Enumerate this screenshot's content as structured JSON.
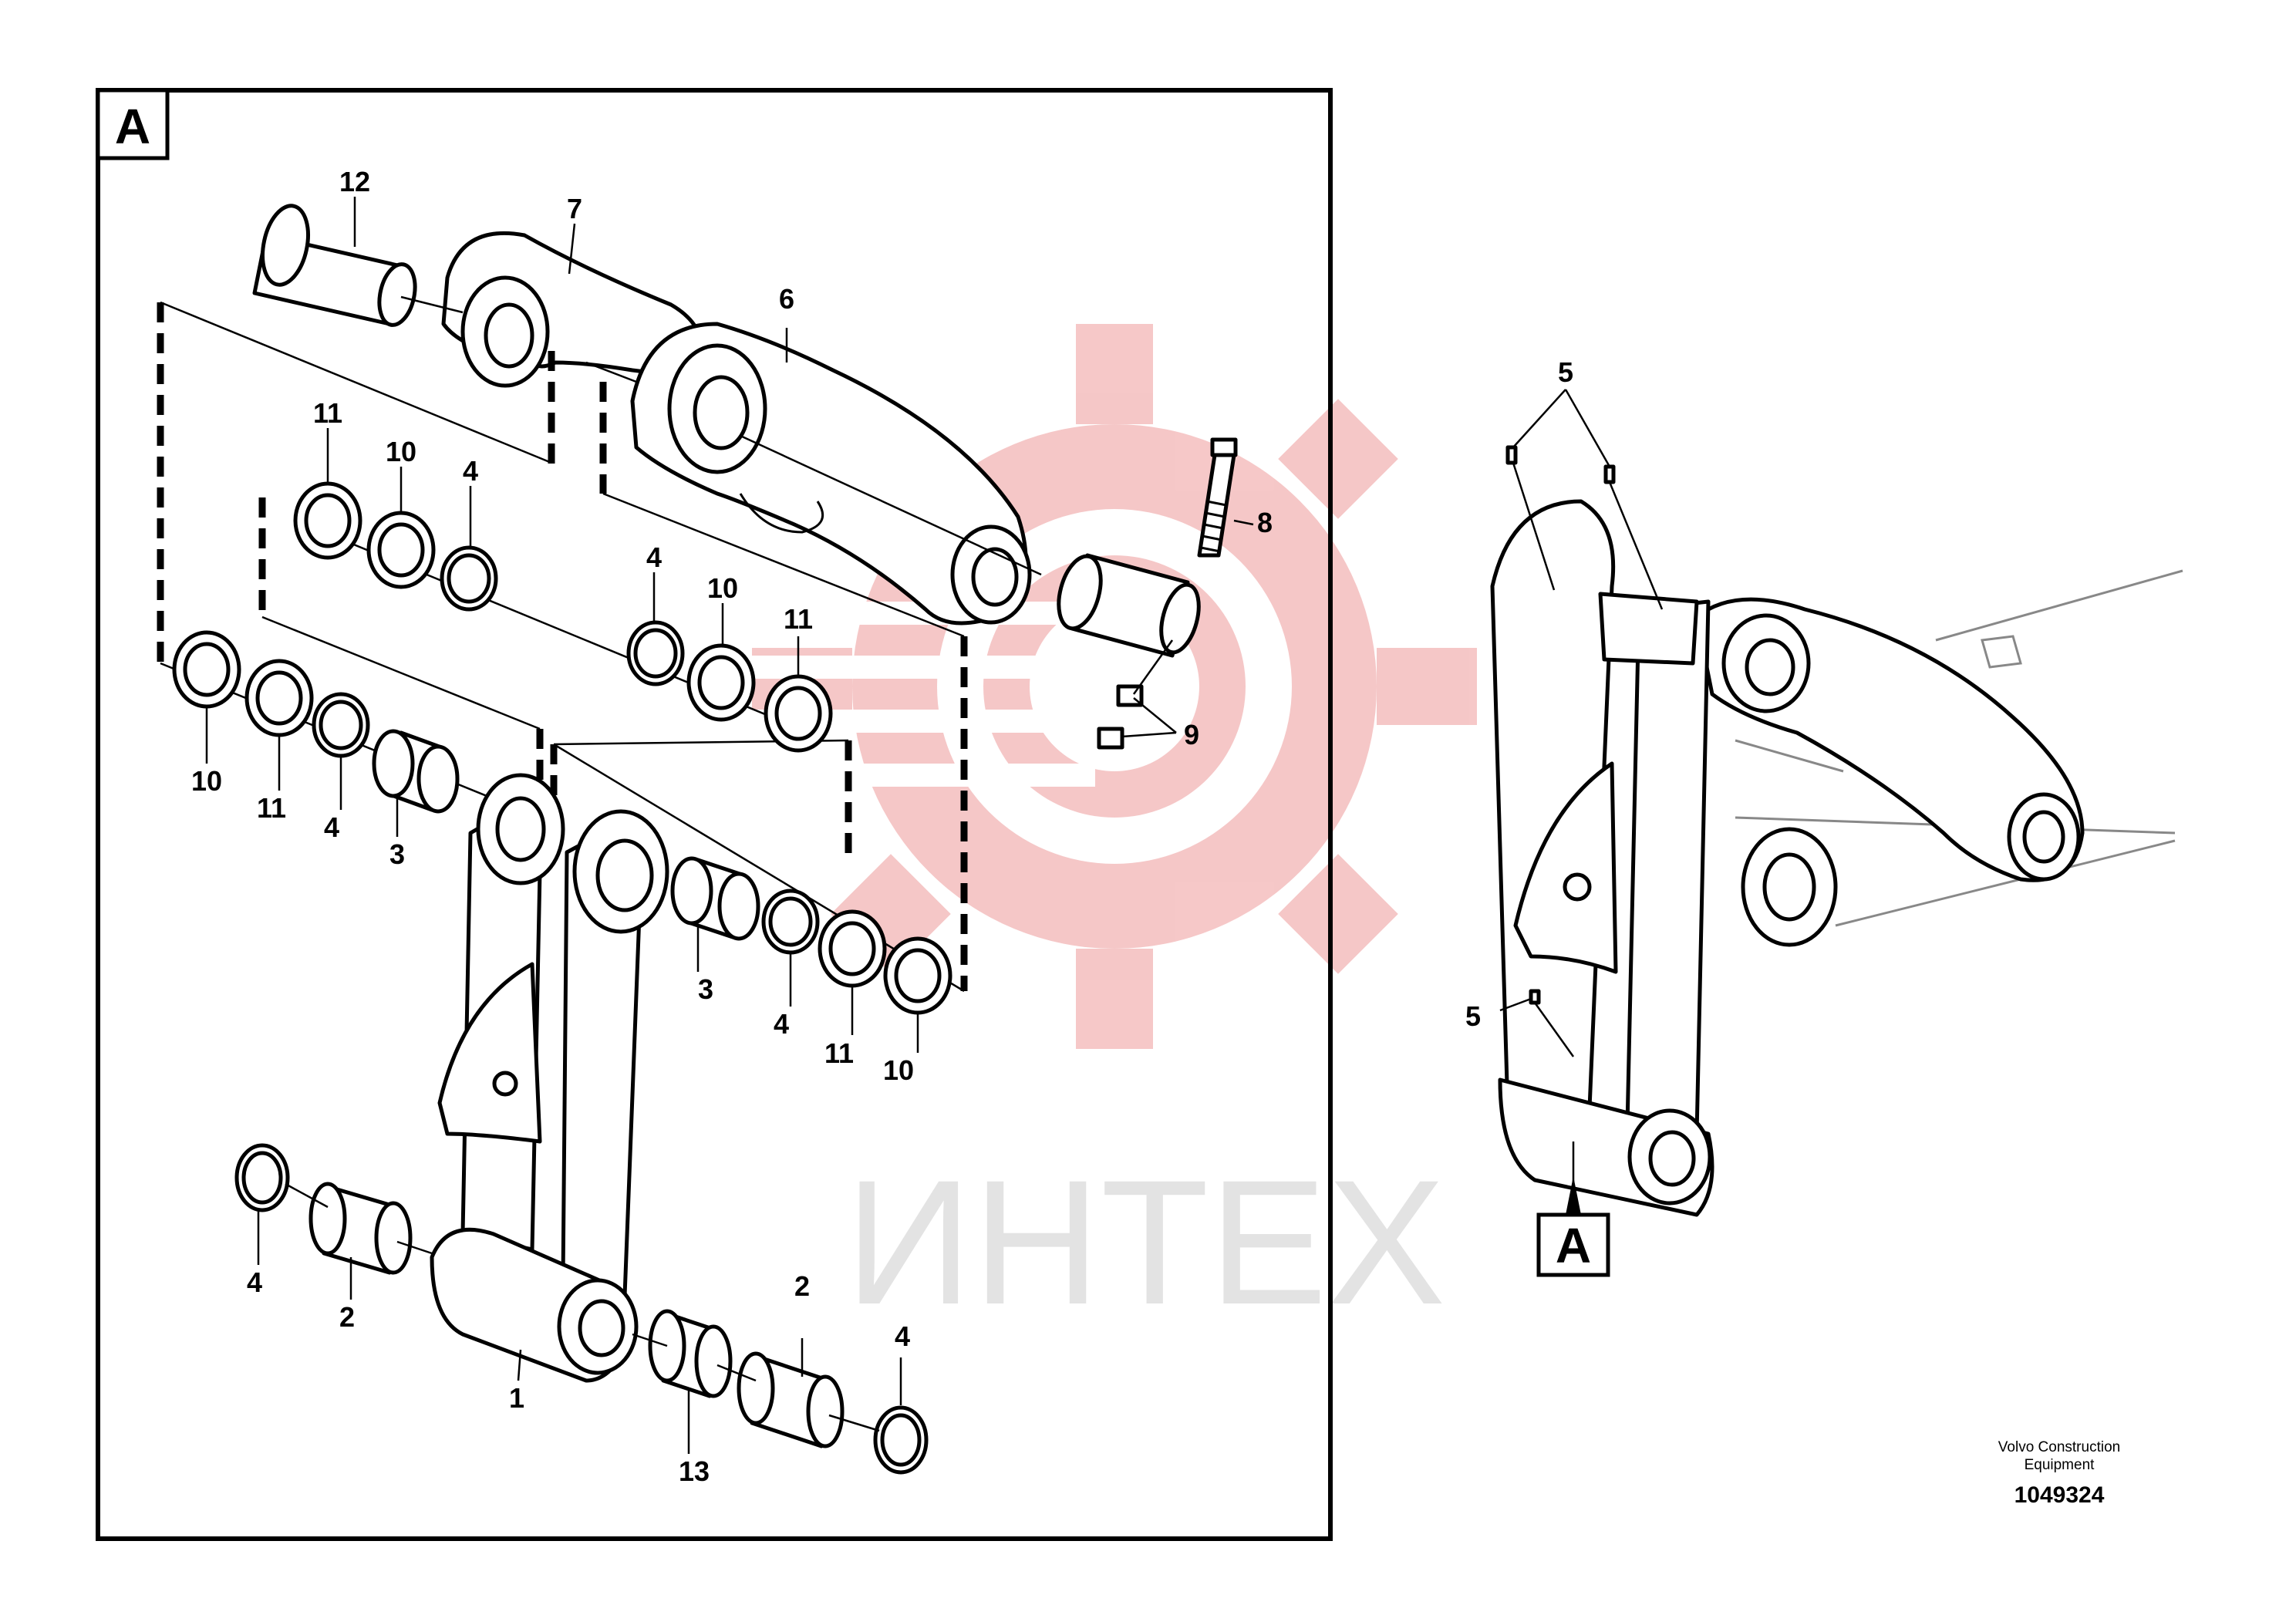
{
  "detail_label": "A",
  "detail_reference_label": "A",
  "watermark": {
    "text": "ИНТЕХ",
    "color": "#f2c6c6"
  },
  "callouts": {
    "c12": "12",
    "c7": "7",
    "c6": "6",
    "c11a": "11",
    "c10a": "10",
    "c4a": "4",
    "c8": "8",
    "c4b": "4",
    "c10b": "10",
    "c11b": "11",
    "c9": "9",
    "c10c": "10",
    "c11c": "11",
    "c4c": "4",
    "c3a": "3",
    "c3b": "3",
    "c4d": "4",
    "c11d": "11",
    "c10d": "10",
    "c4e": "4",
    "c2a": "2",
    "c1": "1",
    "c13": "13",
    "c2b": "2",
    "c4f": "4",
    "c5a": "5",
    "c5b": "5"
  },
  "footer": {
    "brand_line1": "Volvo Construction",
    "brand_line2": "Equipment",
    "drawing_number": "1049324"
  }
}
